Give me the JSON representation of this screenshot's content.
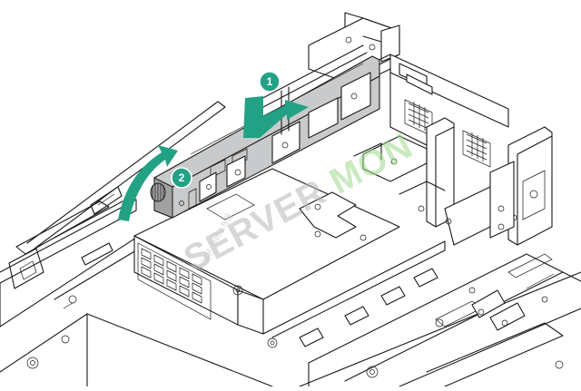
{
  "callouts": [
    {
      "id": "1",
      "label": "1"
    },
    {
      "id": "2",
      "label": "2"
    }
  ],
  "watermark": {
    "text_a": "SERVER ",
    "text_b": "MON",
    "small_text": "서버몬 서버쇼핑몰",
    "color_a": "#b8b8b8",
    "color_b": "#9fd98c"
  },
  "colors": {
    "accent": "#23a184",
    "part": "#c9cacb",
    "line": "#1a1a1a"
  },
  "icons": [
    "push-arrow-icon",
    "rotate-arrow-icon"
  ]
}
